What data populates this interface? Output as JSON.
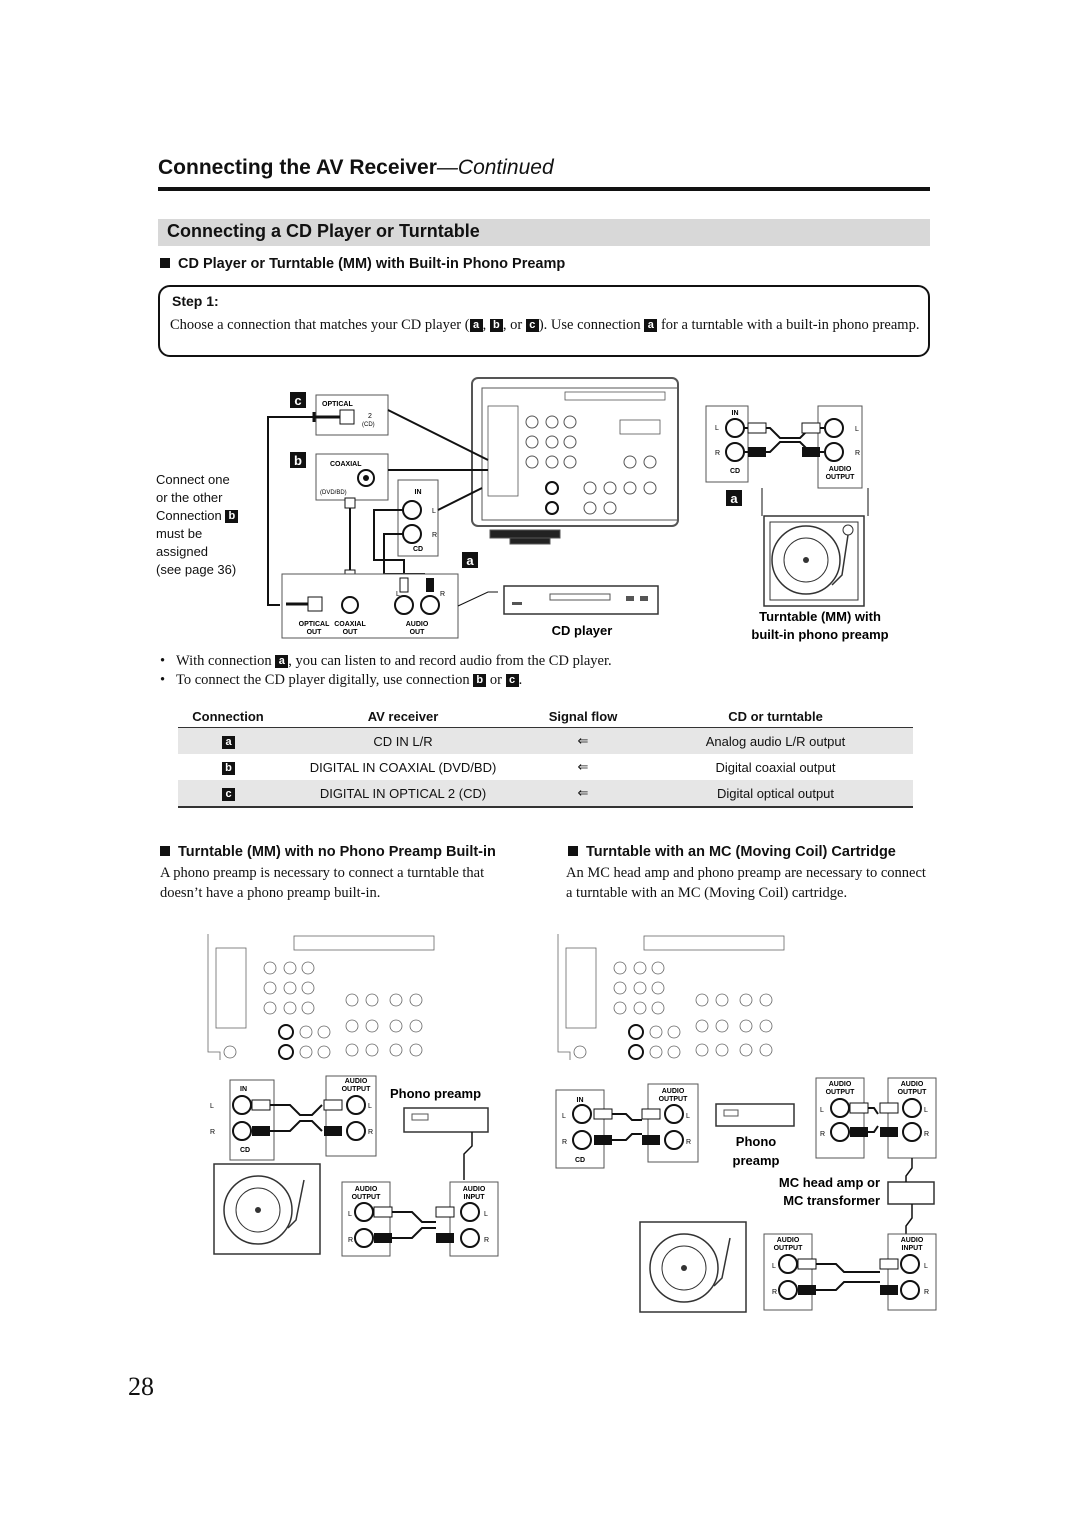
{
  "header": {
    "chapter_title": "Connecting the AV Receiver",
    "chapter_suffix": "—Continued"
  },
  "section": {
    "title": "Connecting a CD Player or Turntable"
  },
  "subsection1": {
    "heading": "CD Player or Turntable (MM) with Built-in Phono Preamp"
  },
  "step": {
    "label": "Step 1:",
    "text_pre": "Choose a connection that matches your CD player (",
    "text_mid1": ", ",
    "text_mid2": ", or ",
    "text_mid3": "). Use connection ",
    "text_post": " for a turntable with a built-in phono preamp."
  },
  "badges": {
    "a": "a",
    "b": "b",
    "c": "c"
  },
  "diagram1": {
    "connect_note": [
      "Connect one",
      "or the other",
      "Connection",
      "must be",
      "assigned",
      "(see page 36)"
    ],
    "optical": "OPTICAL",
    "optical_num": "2",
    "optical_cd": "(CD)",
    "coaxial": "COAXIAL",
    "coaxial_dvd": "(DVD/BD)",
    "in": "IN",
    "l": "L",
    "r": "R",
    "cd": "CD",
    "optical_out": "OPTICAL",
    "coaxial_out": "COAXIAL",
    "audio_out": "AUDIO",
    "out": "OUT",
    "cd_player": "CD player",
    "audio_output": "AUDIO",
    "output": "OUTPUT",
    "turntable_label1": "Turntable (MM) with",
    "turntable_label2": "built-in phono preamp"
  },
  "bullets": {
    "b1_pre": "With connection ",
    "b1_post": ", you can listen to and record audio from the CD player.",
    "b2_pre": "To connect the CD player digitally, use connection ",
    "b2_mid": " or ",
    "b2_post": "."
  },
  "table": {
    "headers": [
      "Connection",
      "AV receiver",
      "Signal flow",
      "CD or turntable"
    ],
    "rows": [
      {
        "conn": "a",
        "receiver": "CD IN L/R",
        "flow": "⇐",
        "device": "Analog audio L/R output"
      },
      {
        "conn": "b",
        "receiver": "DIGITAL IN COAXIAL (DVD/BD)",
        "flow": "⇐",
        "device": "Digital coaxial output"
      },
      {
        "conn": "c",
        "receiver": "DIGITAL IN OPTICAL 2 (CD)",
        "flow": "⇐",
        "device": "Digital optical output"
      }
    ]
  },
  "subsection2": {
    "heading": "Turntable (MM) with no Phono Preamp Built-in",
    "text": "A phono preamp is necessary to connect a turntable that doesn’t have a phono preamp built-in.",
    "phono_preamp": "Phono preamp",
    "audio": "AUDIO",
    "output": "OUTPUT",
    "input": "INPUT"
  },
  "subsection3": {
    "heading": "Turntable with an MC (Moving Coil) Cartridge",
    "text": "An MC head amp and phono preamp are necessary to connect a turntable with an MC (Moving Coil) cartridge.",
    "phono": "Phono",
    "preamp": "preamp",
    "mc1": "MC head amp or",
    "mc2": "MC transformer"
  },
  "page_number": "28"
}
